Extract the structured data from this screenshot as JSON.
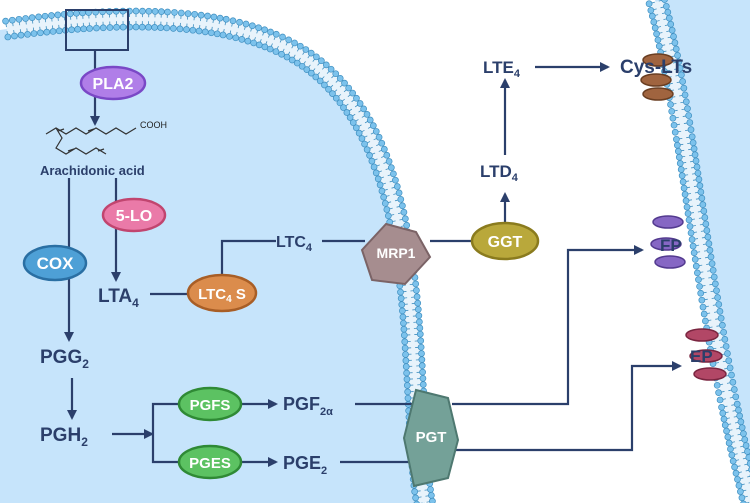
{
  "colors": {
    "cell_fill": "#c6e4fb",
    "membrane_head": "#7cc2ec",
    "membrane_edge": "#3f8fc0",
    "arrow": "#2b3f6b",
    "text": "#2b3f6b"
  },
  "metabolites": {
    "cooh": "COOH",
    "arachidonic_acid": "Arachidonic acid",
    "lta4": "LTA",
    "lta4_sub": "4",
    "ltc4": "LTC",
    "ltc4_sub": "4",
    "ltd4": "LTD",
    "ltd4_sub": "4",
    "lte4": "LTE",
    "lte4_sub": "4",
    "cys_lts": "Cys-LTs",
    "pgg2": "PGG",
    "pgg2_sub": "2",
    "pgh2": "PGH",
    "pgh2_sub": "2",
    "pgf2a": "PGF",
    "pgf2a_sub": "2α",
    "pge2": "PGE",
    "pge2_sub": "2"
  },
  "enzymes": {
    "pla2": "PLA2",
    "five_lo": "5-LO",
    "cox": "COX",
    "ltc4s_a": "LTC",
    "ltc4s_sub": "4",
    "ltc4s_b": " S",
    "pgfs": "PGFS",
    "pges": "PGES",
    "mrp1": "MRP1",
    "ggt": "GGT",
    "pgt": "PGT"
  },
  "receptors": {
    "fp": "FP",
    "ep": "EP"
  },
  "enzyme_colors": {
    "pla2": {
      "fill": "#b07ee8",
      "stroke": "#7a48c6",
      "text": "#ffffff"
    },
    "five_lo": {
      "fill": "#ea7aa8",
      "stroke": "#c1456f",
      "text": "#ffffff"
    },
    "cox": {
      "fill": "#4ea0d6",
      "stroke": "#2a6fa3",
      "text": "#ffffff"
    },
    "ltc4s": {
      "fill": "#db8c4c",
      "stroke": "#a85e26",
      "text": "#ffffff"
    },
    "pgfs": {
      "fill": "#5cc262",
      "stroke": "#2f8a35",
      "text": "#ffffff"
    },
    "pges": {
      "fill": "#5cc262",
      "stroke": "#2f8a35",
      "text": "#ffffff"
    },
    "mrp1": {
      "fill": "#a68d8f",
      "stroke": "#7b6366",
      "text": "#ffffff"
    },
    "ggt": {
      "fill": "#b9a83b",
      "stroke": "#8a7b1e",
      "text": "#ffffff"
    },
    "pgt": {
      "fill": "#74a198",
      "stroke": "#4e7870",
      "text": "#ffffff"
    }
  }
}
